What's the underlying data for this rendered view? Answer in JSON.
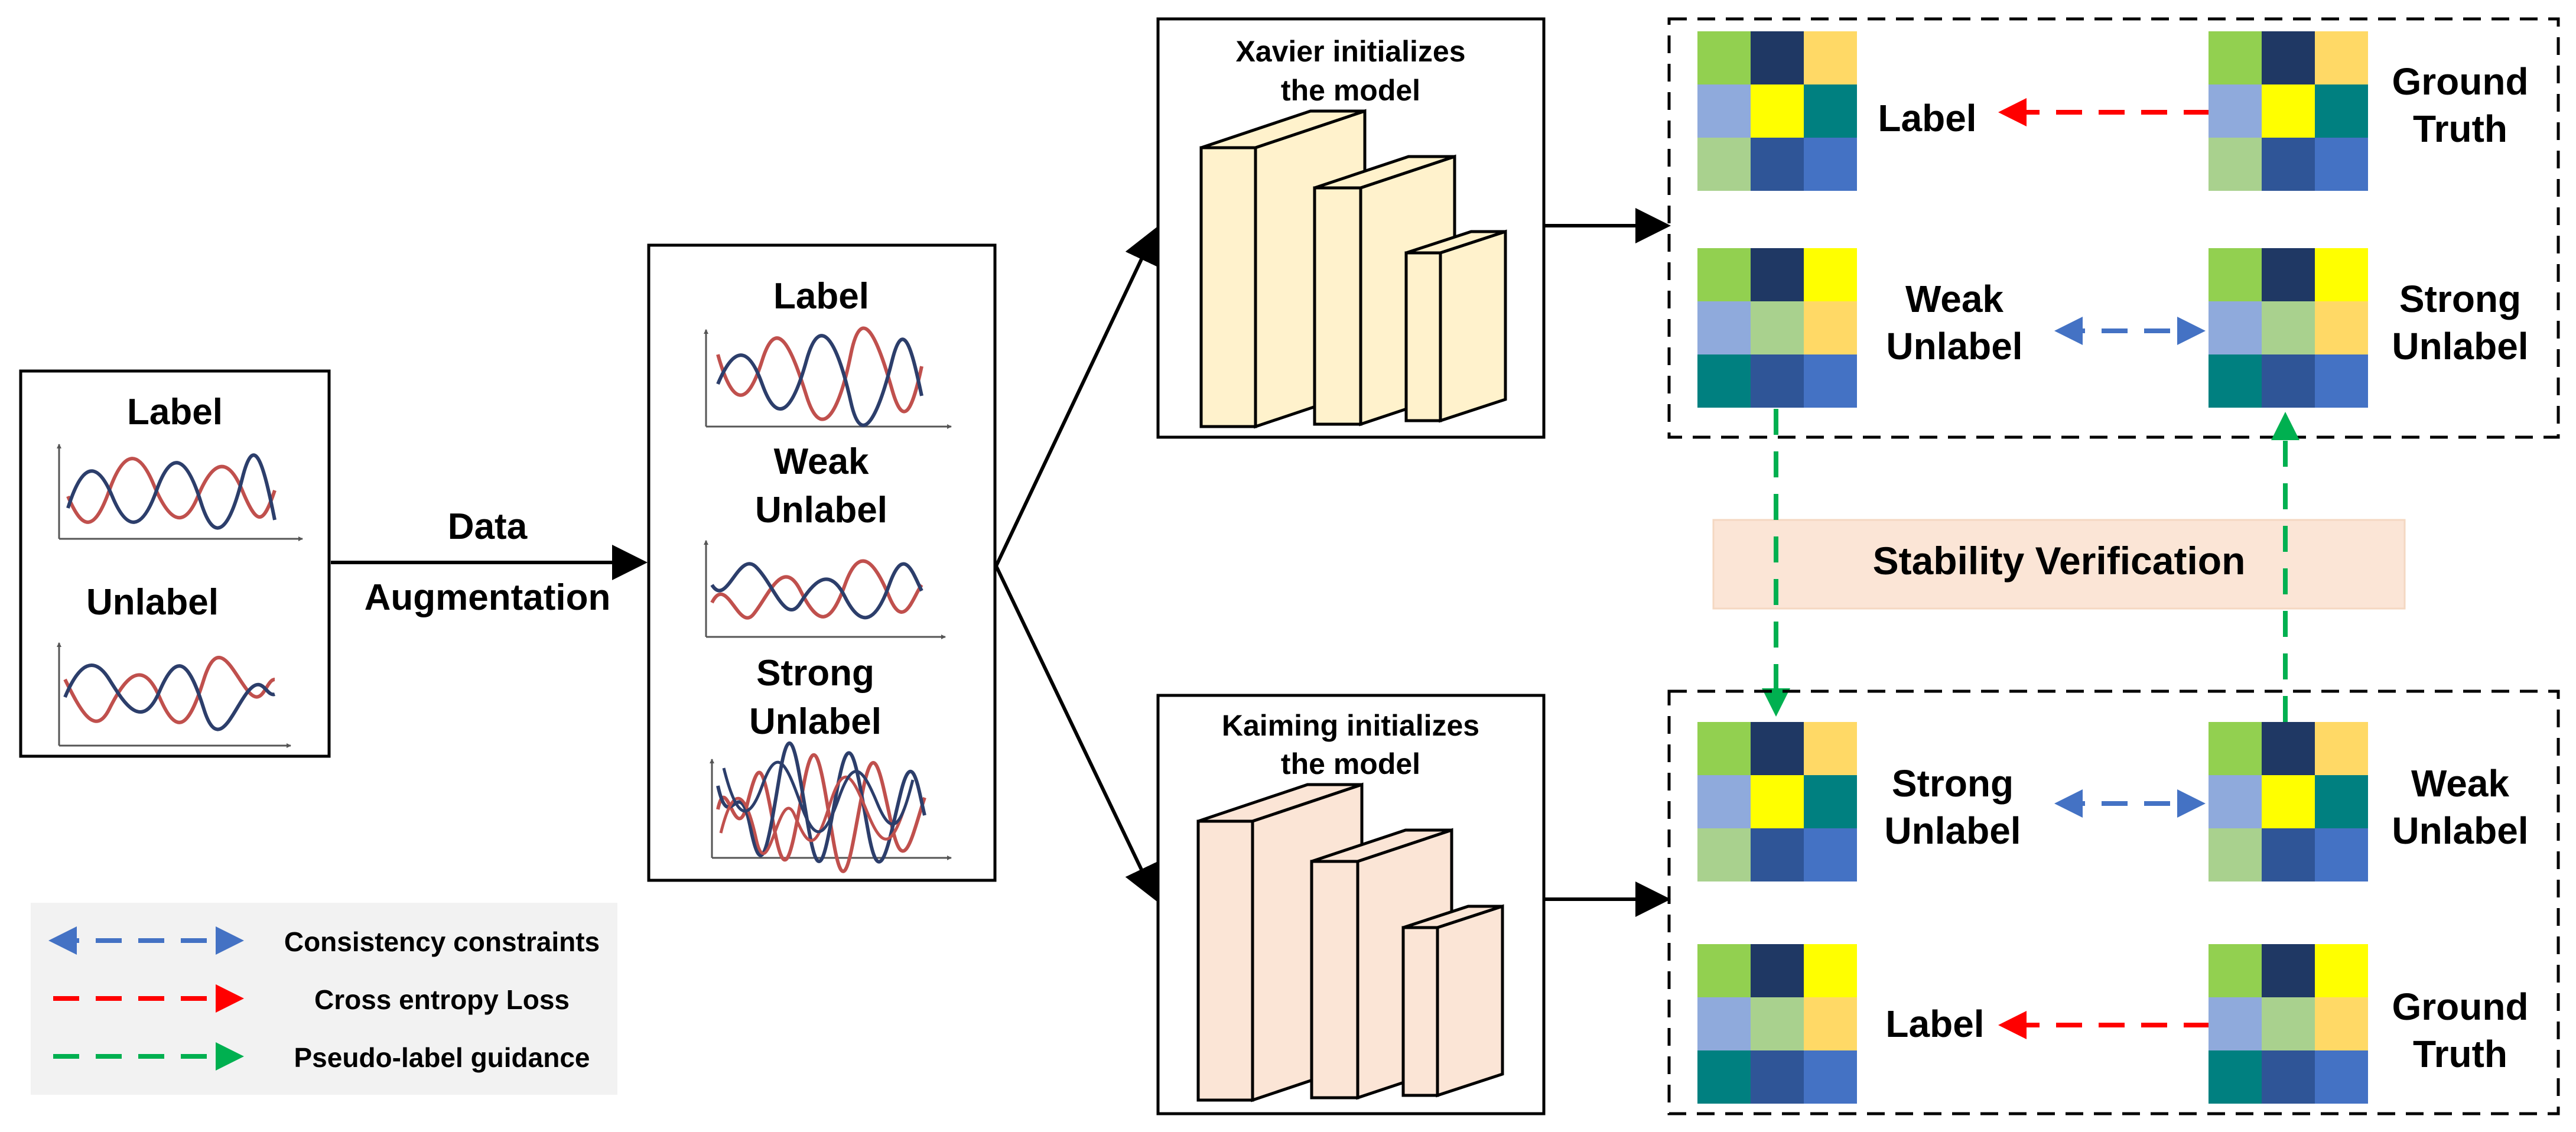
{
  "input_panel": {
    "label_title": "Label",
    "unlabel_title": "Unlabel"
  },
  "augmentation": {
    "line1": "Data",
    "line2": "Augmentation"
  },
  "augmented_panel": {
    "label_title": "Label",
    "weak_line1": "Weak",
    "weak_line2": "Unlabel",
    "strong_line1": "Strong",
    "strong_line2": "Unlabel"
  },
  "xavier_model": {
    "line1": "Xavier initializes",
    "line2": "the model"
  },
  "kaiming_model": {
    "line1": "Kaiming initializes",
    "line2": "the model"
  },
  "top_group": {
    "label": "Label",
    "ground_truth_line1": "Ground",
    "ground_truth_line2": "Truth",
    "weak_line1": "Weak",
    "weak_line2": "Unlabel",
    "strong_line1": "Strong",
    "strong_line2": "Unlabel"
  },
  "bottom_group": {
    "strong_line1": "Strong",
    "strong_line2": "Unlabel",
    "weak_line1": "Weak",
    "weak_line2": "Unlabel",
    "label": "Label",
    "ground_truth_line1": "Ground",
    "ground_truth_line2": "Truth"
  },
  "stability": {
    "label": "Stability Verification"
  },
  "legend": {
    "consistency": "Consistency constraints",
    "cross_entropy": "Cross entropy Loss",
    "pseudo_label": "Pseudo-label guidance"
  },
  "colors": {
    "blue_arrow": "#4472c4",
    "red_arrow": "#ff0000",
    "green_arrow": "#00b050",
    "xavier_fill": "#fff2cc",
    "kaiming_fill": "#fbe5d6",
    "stability_fill": "#fbe5d6",
    "legend_fill": "#f2f2f2",
    "wave_red": "#c0504d",
    "wave_blue": "#2c3e6b"
  }
}
